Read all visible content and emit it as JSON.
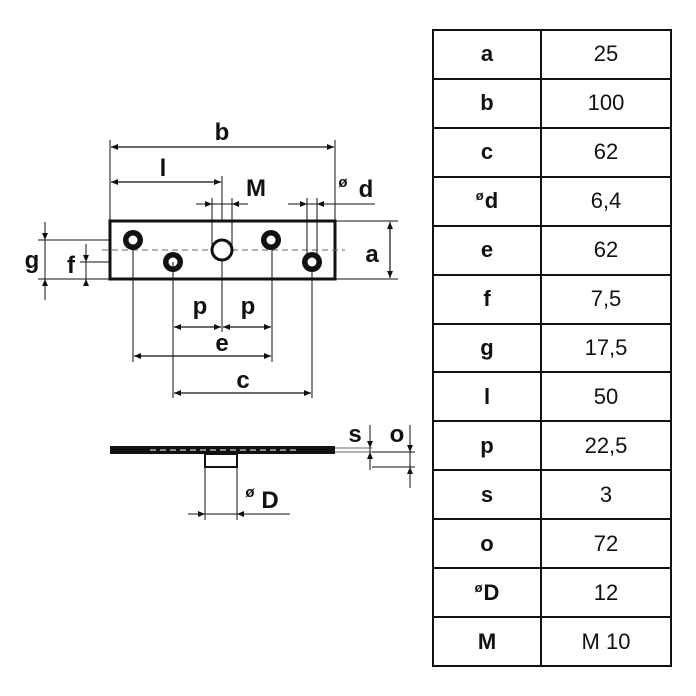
{
  "drawing": {
    "top_labels": {
      "b": "b",
      "l": "l",
      "M": "M",
      "d": "d",
      "a": "a",
      "g": "g",
      "f": "f",
      "p1": "p",
      "p2": "p",
      "e": "e",
      "c": "c"
    },
    "side_labels": {
      "s": "s",
      "o": "o",
      "D": "D"
    },
    "diameter_symbol": "ø"
  },
  "table": {
    "rows": [
      {
        "key": "a",
        "dia": "",
        "value": "25"
      },
      {
        "key": "b",
        "dia": "",
        "value": "100"
      },
      {
        "key": "c",
        "dia": "",
        "value": "62"
      },
      {
        "key": "d",
        "dia": "ø",
        "value": "6,4"
      },
      {
        "key": "e",
        "dia": "",
        "value": "62"
      },
      {
        "key": "f",
        "dia": "",
        "value": "7,5"
      },
      {
        "key": "g",
        "dia": "",
        "value": "17,5"
      },
      {
        "key": "l",
        "dia": "",
        "value": "50"
      },
      {
        "key": "p",
        "dia": "",
        "value": "22,5"
      },
      {
        "key": "s",
        "dia": "",
        "value": "3"
      },
      {
        "key": "o",
        "dia": "",
        "value": "72"
      },
      {
        "key": "D",
        "dia": "ø",
        "value": "12"
      },
      {
        "key": "M",
        "dia": "",
        "value": "M 10"
      }
    ]
  }
}
